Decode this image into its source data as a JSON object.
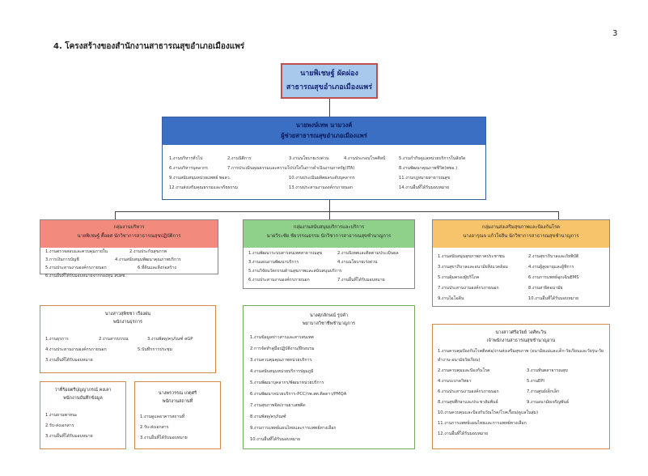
{
  "page_number": "3",
  "heading": "4. โครงสร้างของสำนักงานสาธารณสุขอำเภอเมืองแพร่",
  "chief": {
    "name": "นายพิเชษฐ์  ผัดผ่อง",
    "position": "สาธารณสุขอำเภอเมืองแพร่"
  },
  "deputy": {
    "name": "นายพงษ์เทพ  นามวงค์",
    "position": "ผู้ช่วยสาธารณสุขอำเภอเมืองแพร่",
    "duties": [
      "1.งานบริหารทั่วไป",
      "2.งานนิติการ",
      "3.งานนโยบายเร่งด่วน",
      "4.งานประกอบโรคศิลป์",
      "5.งานกำกับดูแลหน่วยบริการในสังกัด",
      "6.งานบริหารบุคลากร",
      "7.การประเมินคุณธรรมและความโปร่งใสในการดำเนินงานภาครัฐ(ITA)",
      "8.งานพัฒนาคุณภาพชีวิต(พชอ.)",
      "9.งานสนับสนุนหน่วยแพทย์ พอสว.",
      "10.งานประเมินผลิตผลระดับบุคลากร",
      "11.งานกฎหมายสาธารณสุข",
      "12.งานส่งเสริมคุณธรรมและจริยธรรม",
      "13.งานประสานงานองค์กรภายนอก",
      "14.งานอื่นที่ได้รับมอบหมาย"
    ]
  },
  "groups": [
    {
      "title": "กลุ่มงานบริหาร",
      "head": "นายพิเชษฐ์  ตื้อยศ  นักวิชาการสาธารณสุขปฏิบัติการ",
      "items": [
        "1.งานตรวจสอบและควบคุมภายใน",
        "2.งานประกันสุขภาพ",
        "3.การเงินการบัญชี",
        "4.งานสนับสนุนพัฒนาคุณภาพบริการ",
        "5.งานประสานงานองค์กรภายนอก",
        "6.ที่ดินและสิ่งก่อสร้าง",
        "6.งานอื่นที่ได้รับมอบหมายจากกองทุน สปสช."
      ],
      "color": "#f28b7e"
    },
    {
      "title": "กลุ่มงานสนับสนุนบริการและบริการ",
      "head": "นายวีระชัย  ชัยวรรณธรรม  นักวิชาการสาธารณสุขชำนาญการ",
      "items": [
        "1.งานพัฒนาระบบสารสนเทศสาธารณสุข",
        "2.งานนิเทศและติดตามประเมินผล",
        "3.งานแผนงานพัฒนาบริการ",
        "4.งานนโยบายเร่งด่วน",
        "5.งานวิจัยนวัตกรรมด้านสุขภาพและสนับสนุนบริการ",
        "6.งานประสานงานองค์กรภายนอก",
        "7.งานอื่นที่ได้รับมอบหมาย"
      ],
      "color": "#8fd08a"
    },
    {
      "title": "กลุ่มงานส่งเสริมสุขภาพและป้องกันโรค",
      "head": "นางอารุณจ  แก้วใจสิน  นักวิชาการสาธารณสุขชำนาญการ",
      "items": [
        "1.งานสนับสนุนสุขภาพภาคประชาชน",
        "2.งานสุขาภิบาลและภัยพิบัติ",
        "3.งานสุขาภิบาลและอนามัยสิ่งแวดล้อม",
        "4.งานผู้สูงอายุและผู้พิการ",
        "5.งานคุ้มครองผู้บริโภค",
        "6.งานการแพทย์ฉุกเฉินEMS",
        "7.งานประสานงานองค์กรภายนอก",
        "8.งานสาธิตอนามัย",
        "9.งานไอโอดีน",
        "10.งานอื่นที่ได้รับมอบหมาย"
      ],
      "color": "#f7c46c"
    }
  ],
  "subs": {
    "left1": {
      "name": "นางสาวสุพิชชา  เรืองผ่น",
      "position": "พนักงานธุรการ",
      "items": [
        "1.งานธุรการ",
        "2.งานสารบรรณ",
        "3.งานพัสดุ/ครุภัณฑ์ eGP",
        "4.งานประสานงานองค์กรภายนอก",
        "5.บันทึกการประชุม",
        "3.งานอื่นที่ได้รับมอบหมาย"
      ]
    },
    "left2": {
      "name": "ว่าที่ร้อยตรีปุญญาภรณ์  คงเลา",
      "position": "พนักงานบันทึกข้อมูล",
      "items": [
        "1.งานยานพาหนะ",
        "2.รับ-ส่งเอกสาร",
        "3.งานอื่นที่ได้รับมอบหมาย"
      ]
    },
    "left3": {
      "name": "นางพรวรรณ  เกตุศรี",
      "position": "พนักงานสถานที่",
      "items": [
        "1.งานดูแลอาคารสถานที่",
        "2.รับ-ส่งเอกสาร",
        "3.งานอื่นที่ได้รับมอบหมาย"
      ]
    },
    "mid": {
      "name": "นางศุภลักษณ์  รูปคำ",
      "position": "พยาบาลวิชาชีพชำนาญการ",
      "items": [
        "1.งานข้อมูลข่าวสารและสารสนเทศ",
        "2.การจัดทำคู่มือปฏิบัติงาน/ฝึกอบรม",
        "3.งานควบคุมคุณภาพหน่วยบริการ",
        "4.งานสนับสนุนหน่วยบริการปฐมภูมิ",
        "5.งานพัฒนาบุคลากร/พัฒนาหน่วยบริการ",
        "6.งานพัฒนาหน่วยบริการ-PCC/รพ.สต.ติดดาว/PMQA",
        "7.งานสุขภาพจิต/งานยาเสพติด",
        "8.งานพัสดุ/ครุภัณฑ์",
        "9.งานการแพทย์แผนไทยและการแพทย์ทางเลือก",
        "10.งานอื่นที่ได้รับมอบหมาย"
      ]
    },
    "right": {
      "name": "นางสาวศรีอวัยย์  วงศ์ทะวิน",
      "position": "เจ้าพนักงานสาธารณสุขชำนาญงาน",
      "items": [
        "1.งานควบคุมป้องกันโรคติดต่อ/งานส่งเสริมสุขภาพ (อนามัยแม่และเด็ก-วัยเรียนและวัยรุ่น-วัยทำงาน-อนามัยวัยเรียน)",
        "2.งานควบคุมและป้องกันโรค",
        "3.งานทันตสาธารณสุข",
        "4.งานระบาดวิทยา",
        "5.งานEPI",
        "6.งานประสานงานองค์กรภายนอก",
        "7.งานศูนย์เด็กเล็ก",
        "8.งานสุขศึกษาและประชาสัมพันธ์",
        "9.งานอนามัยเจริญพันธ์",
        "10.งานควบคุมและป้องกันวัณโรค/โรคเรื้อน(ดูแลในสุ่ม)",
        "11.งานการแพทย์แผนไทยและการแพทย์ทางเลือก",
        "12.งานอื่นที่ได้รับมอบหมาย"
      ]
    }
  }
}
